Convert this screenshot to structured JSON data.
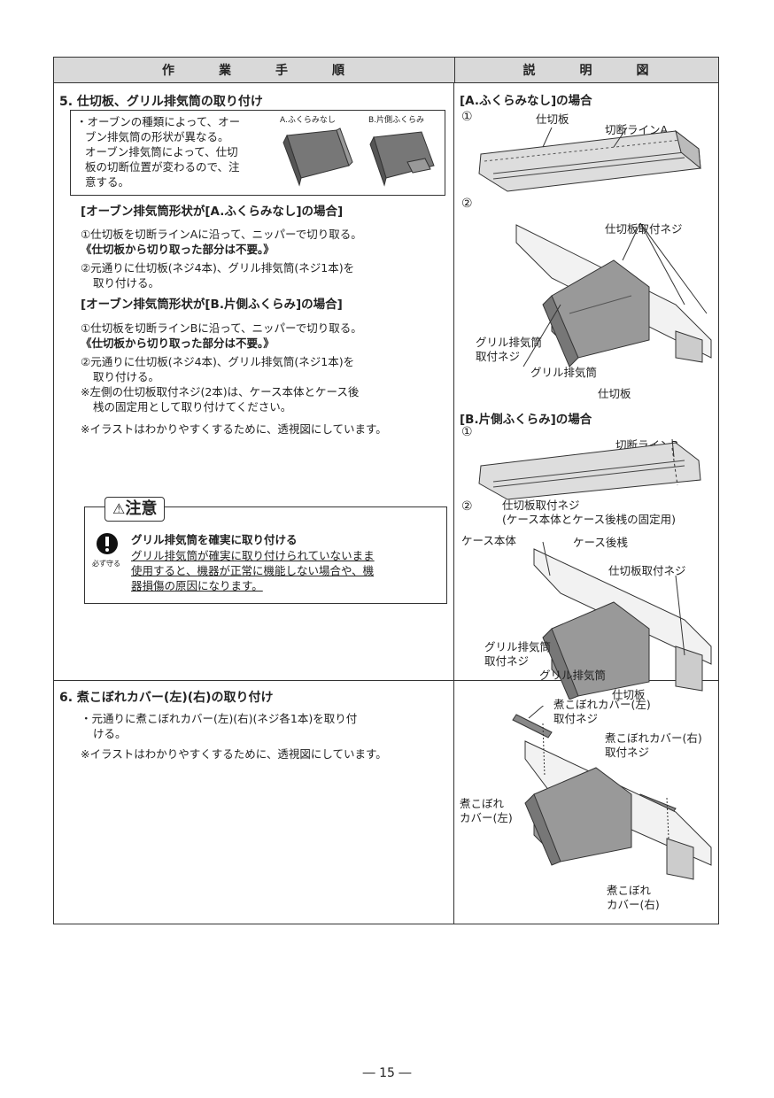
{
  "header": {
    "col1": [
      "作",
      "業",
      "手",
      "順"
    ],
    "col2": [
      "説",
      "明",
      "図"
    ]
  },
  "s5": {
    "title": "5. 仕切板、グリル排気筒の取り付け",
    "note": "・オーブンの種類によって、オーブン排気筒の形状が異なる。オーブン排気筒によって、仕切板の切断位置が変わるので、注意する。",
    "note_lines": [
      "・オーブンの種類によって、オー",
      "ブン排気筒の形状が異なる。",
      "オーブン排気筒によって、仕切",
      "板の切断位置が変わるので、注",
      "意する。"
    ],
    "label_a": "A.ふくらみなし",
    "label_b": "B.片側ふくらみ",
    "a_head": "[オーブン排気筒形状が[A.ふくらみなし]の場合]",
    "a1": "①仕切板を切断ラインAに沿って、ニッパーで切り取る。",
    "a1b": "《仕切板から切り取った部分は不要。》",
    "a2a": "②元通りに仕切板(ネジ4本)、グリル排気筒(ネジ1本)を",
    "a2b": "取り付ける。",
    "b_head": "[オーブン排気筒形状が[B.片側ふくらみ]の場合]",
    "b1": "①仕切板を切断ラインBに沿って、ニッパーで切り取る。",
    "b1b": "《仕切板から切り取った部分は不要。》",
    "b2a": "②元通りに仕切板(ネジ4本)、グリル排気筒(ネジ1本)を",
    "b2b": "取り付ける。",
    "b3a": "※左側の仕切板取付ネジ(2本)は、ケース本体とケース後",
    "b3b": "桟の固定用として取り付けてください。",
    "b4": "※イラストはわかりやすくするために、透視図にしています。",
    "caution_label": "注意",
    "caution_title": "グリル排気筒を確実に取り付ける",
    "caution_lines": [
      "グリル排気筒が確実に取り付けられていないまま",
      "使用すると、機器が正常に機能しない場合や、機",
      "器損傷の原因になります。"
    ],
    "must_label": "必ず守る"
  },
  "fig5": {
    "case_a": "[A.ふくらみなし]の場合",
    "case_b": "[B.片側ふくらみ]の場合",
    "n1": "①",
    "n2": "②",
    "shikiri": "仕切板",
    "cut_a": "切断ラインA",
    "cut_b": "切断ラインB",
    "screw": "仕切板取付ネジ",
    "grill_screw_1": "グリル排気筒",
    "grill_screw_2": "取付ネジ",
    "grill": "グリル排気筒",
    "screw_fix_1": "仕切板取付ネジ",
    "screw_fix_2": "(ケース本体とケース後桟の固定用)",
    "case_body": "ケース本体",
    "case_rear": "ケース後桟"
  },
  "s6": {
    "title": "6. 煮こぼれカバー(左)(右)の取り付け",
    "l1": "・元通りに煮こぼれカバー(左)(右)(ネジ各1本)を取り付",
    "l2": "ける。",
    "l3": "※イラストはわかりやすくするために、透視図にしています。"
  },
  "fig6": {
    "left_screw_1": "煮こぼれカバー(左)",
    "left_screw_2": "取付ネジ",
    "right_screw_1": "煮こぼれカバー(右)",
    "right_screw_2": "取付ネジ",
    "left_cover_1": "煮こぼれ",
    "left_cover_2": "カバー(左)",
    "right_cover_1": "煮こぼれ",
    "right_cover_2": "カバー(右)"
  },
  "page_number": "― 15 ―"
}
